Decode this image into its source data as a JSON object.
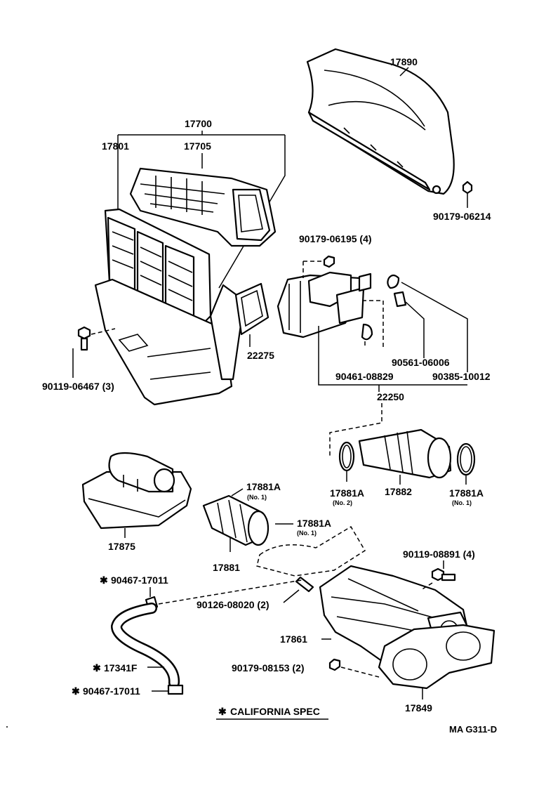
{
  "diagram": {
    "footer_code": "MA  G311-D",
    "legend": "CALIFORNIA SPEC",
    "legend_mark": "✱",
    "labels": {
      "p17890": "17890",
      "p17700": "17700",
      "p17801": "17801",
      "p17705": "17705",
      "p90179_06214": "90179-06214",
      "p90179_06195": "90179-06195 (4)",
      "p22275": "22275",
      "p90119_06467": "90119-06467 (3)",
      "p90561_06006": "90561-06006",
      "p90461_08829": "90461-08829",
      "p90385_10012": "90385-10012",
      "p22250": "22250",
      "p17881A_no2": "17881A",
      "p17881A_no2_sub": "(No. 2)",
      "p17882": "17882",
      "p17881A_no1_right": "17881A",
      "p17881A_no1_right_sub": "(No. 1)",
      "p17881A_top": "17881A",
      "p17881A_top_sub": "(No. 1)",
      "p17881A_mid": "17881A",
      "p17881A_mid_sub": "(No. 1)",
      "p17875": "17875",
      "p17881": "17881",
      "p90119_08891": "90119-08891 (4)",
      "p90467_17011_top": "90467-17011",
      "p90126_08020": "90126-08020 (2)",
      "p17861": "17861",
      "p17341F": "17341F",
      "p90179_08153": "90179-08153 (2)",
      "p90467_17011_bottom": "90467-17011",
      "p17849": "17849"
    }
  }
}
